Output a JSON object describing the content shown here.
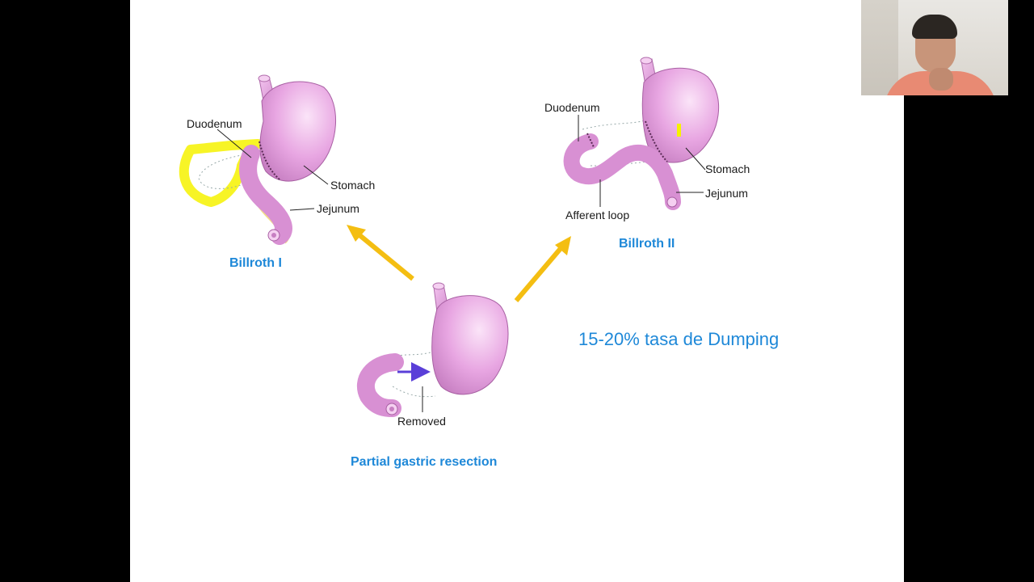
{
  "slide": {
    "billroth1": {
      "caption": "Billroth I",
      "labels": {
        "duodenum": "Duodenum",
        "stomach": "Stomach",
        "jejunum": "Jejunum"
      }
    },
    "billroth2": {
      "caption": "Billroth II",
      "labels": {
        "duodenum": "Duodenum",
        "stomach": "Stomach",
        "jejunum": "Jejunum",
        "afferent_loop": "Afferent loop"
      }
    },
    "partial": {
      "caption": "Partial gastric resection",
      "labels": {
        "removed": "Removed"
      }
    },
    "dumping_text": "15-20% tasa de Dumping"
  },
  "colors": {
    "stomach_pink": "#e8a6e2",
    "caption_blue": "#1e88d8",
    "arrow_yellow": "#f4be12",
    "highlight_yellow": "#f6f200",
    "arrow_purple": "#5a3fd8",
    "background": "#000000"
  },
  "webcam": {
    "icon": "presenter-video"
  }
}
